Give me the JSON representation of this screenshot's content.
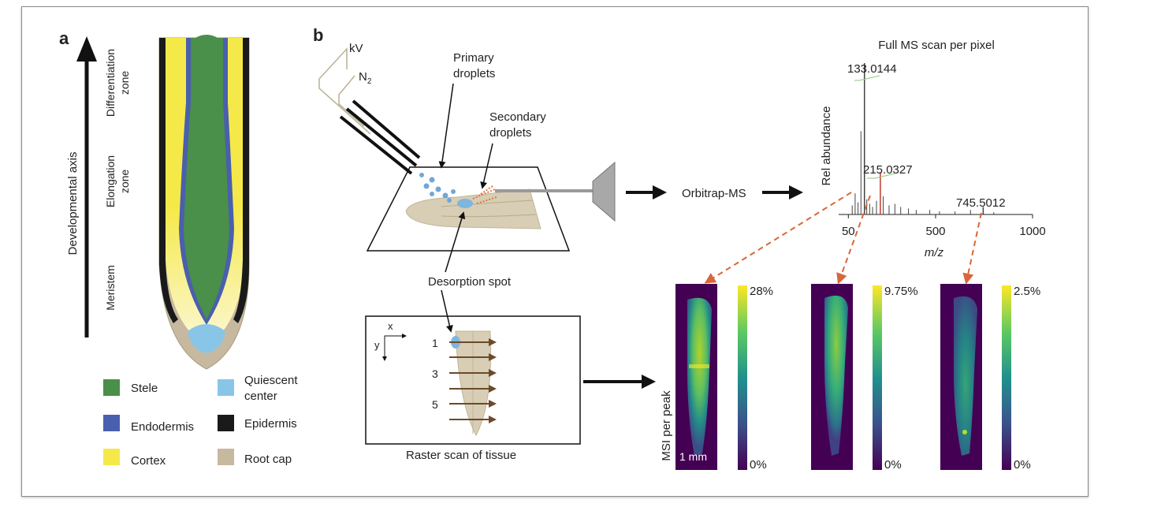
{
  "panel_a": {
    "letter": "a",
    "axis_label": "Developmental axis",
    "zones": {
      "differentiation": [
        "Differentiation",
        "zone"
      ],
      "elongation": [
        "Elongation",
        "zone"
      ],
      "meristem": "Meristem"
    },
    "legend": {
      "stele": "Stele",
      "endodermis": "Endodermis",
      "cortex": "Cortex",
      "quiescent": [
        "Quiescent",
        "center"
      ],
      "epidermis": "Epidermis",
      "rootcap": "Root cap"
    },
    "colors": {
      "stele": "#4a8f4a",
      "endodermis": "#4a5fad",
      "cortex": "#f5e94a",
      "quiescent": "#88c5e6",
      "epidermis": "#1a1a1a",
      "rootcap": "#c7b99f"
    }
  },
  "panel_b": {
    "letter": "b",
    "source": {
      "kv": "kV",
      "n2": "N",
      "n2_sub": "2",
      "primary": [
        "Primary",
        "droplets"
      ],
      "secondary": [
        "Secondary",
        "droplets"
      ],
      "desorption": "Desorption spot"
    },
    "raster": {
      "x": "x",
      "y": "y",
      "rows": [
        "1",
        "3",
        "5"
      ],
      "caption": "Raster scan of tissue"
    },
    "orbitrap": "Orbitrap-MS",
    "spectrum": {
      "title": "Full MS scan per pixel",
      "ylabel": "Rel abundance",
      "xlabel": "m/z",
      "ticks": [
        "50",
        "500",
        "1000"
      ],
      "peaks": [
        "133.0144",
        "215.0327",
        "745.5012"
      ]
    },
    "msi": {
      "side_label": "MSI per peak",
      "scale_bar": "1 mm",
      "panels": [
        {
          "max": "28%",
          "min": "0%"
        },
        {
          "max": "9.75%",
          "min": "0%"
        },
        {
          "max": "2.5%",
          "min": "0%"
        }
      ]
    }
  },
  "chart_data": {
    "type": "bar",
    "title": "Full MS scan per pixel",
    "xlabel": "m/z",
    "ylabel": "Rel abundance",
    "xlim": [
      0,
      1000
    ],
    "x_ticks": [
      50,
      500,
      1000
    ],
    "labeled_peaks": [
      {
        "mz": 133.0144,
        "rel": 1.0
      },
      {
        "mz": 215.0327,
        "rel": 0.28
      },
      {
        "mz": 745.5012,
        "rel": 0.05
      }
    ]
  }
}
